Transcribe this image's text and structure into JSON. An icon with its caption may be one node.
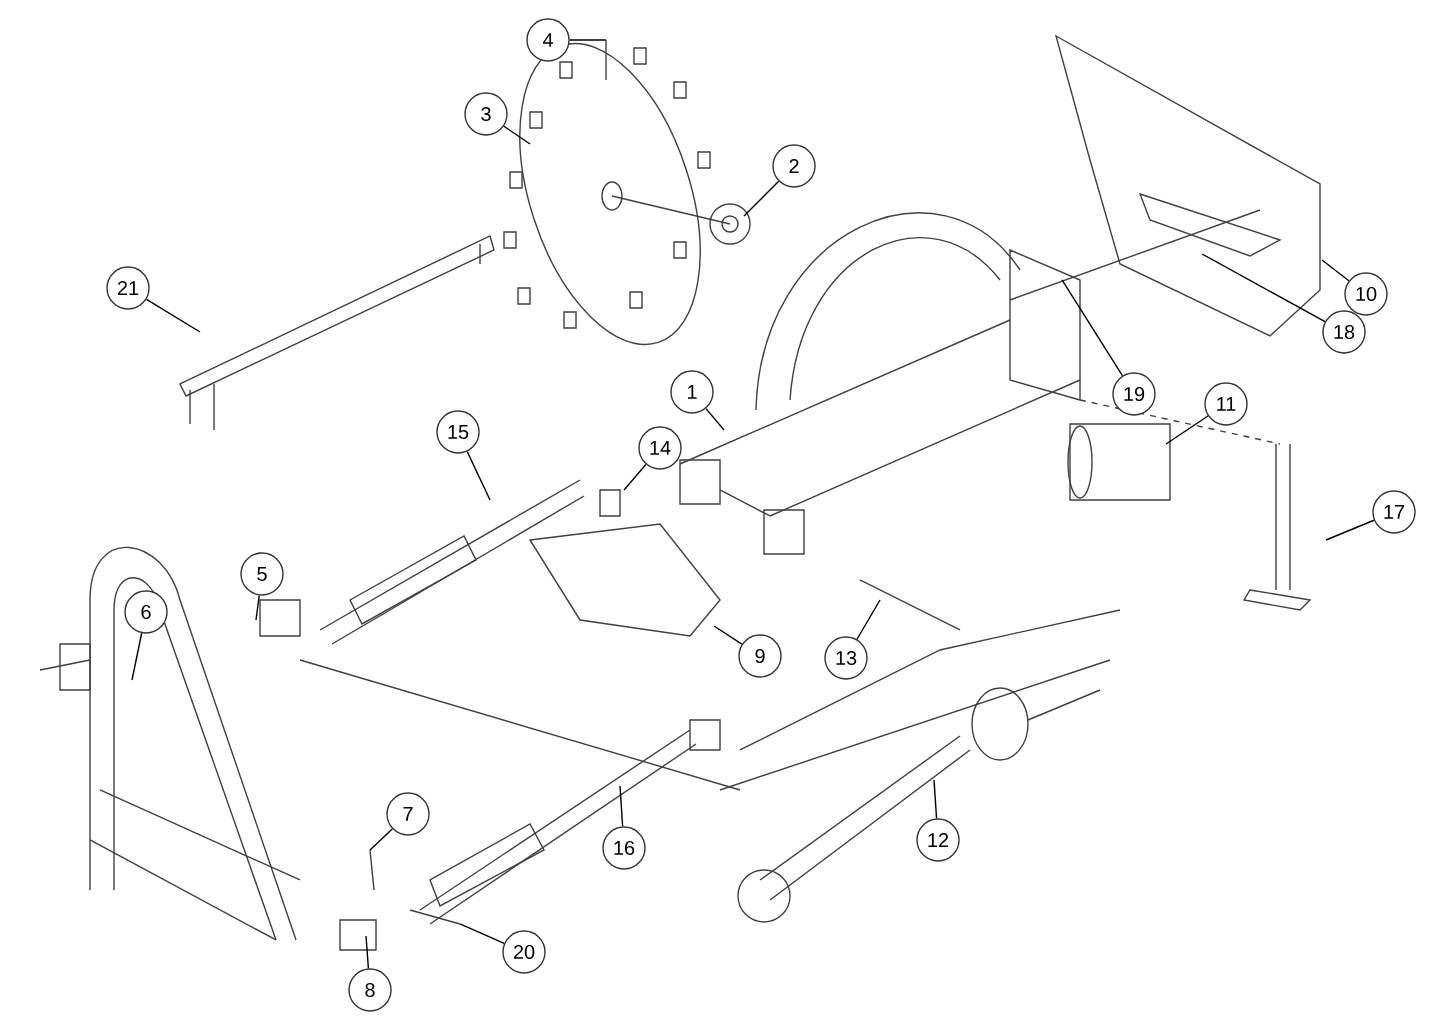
{
  "diagram": {
    "nodes": [
      {
        "text": [
          "4"
        ]
      },
      {
        "text": [
          "3"
        ]
      },
      {
        "text": [
          "2"
        ]
      },
      {
        "text": [
          "10"
        ]
      },
      {
        "text": [
          "18"
        ]
      },
      {
        "text": [
          "21"
        ]
      },
      {
        "text": [
          "19"
        ]
      },
      {
        "text": [
          "1"
        ]
      },
      {
        "text": [
          "11"
        ]
      },
      {
        "text": [
          "14"
        ]
      },
      {
        "text": [
          "15"
        ]
      },
      {
        "text": [
          "17"
        ]
      },
      {
        "text": [
          "5"
        ]
      },
      {
        "text": [
          "6"
        ]
      },
      {
        "text": [
          "9"
        ]
      },
      {
        "text": [
          "13"
        ]
      },
      {
        "text": [
          "12"
        ]
      },
      {
        "text": [
          "16"
        ]
      },
      {
        "text": [
          "7"
        ]
      },
      {
        "text": [
          "20"
        ]
      },
      {
        "text": [
          "8"
        ]
      }
    ],
    "edges": [
      {
        "from": 0,
        "to": null,
        "arrow": "none"
      },
      {
        "from": 1,
        "to": null,
        "arrow": "none"
      },
      {
        "from": 2,
        "to": null,
        "arrow": "none"
      },
      {
        "from": 3,
        "to": null,
        "arrow": "none"
      },
      {
        "from": 4,
        "to": null,
        "arrow": "none"
      },
      {
        "from": 5,
        "to": null,
        "arrow": "none"
      },
      {
        "from": 6,
        "to": null,
        "arrow": "none"
      },
      {
        "from": 7,
        "to": null,
        "arrow": "none"
      },
      {
        "from": 8,
        "to": null,
        "arrow": "none"
      },
      {
        "from": 9,
        "to": null,
        "arrow": "none"
      },
      {
        "from": 10,
        "to": null,
        "arrow": "none"
      },
      {
        "from": 11,
        "to": null,
        "arrow": "none"
      },
      {
        "from": 12,
        "to": null,
        "arrow": "none"
      },
      {
        "from": 13,
        "to": null,
        "arrow": "none"
      },
      {
        "from": 14,
        "to": null,
        "arrow": "none"
      },
      {
        "from": 15,
        "to": null,
        "arrow": "none"
      },
      {
        "from": 16,
        "to": null,
        "arrow": "none"
      },
      {
        "from": 17,
        "to": null,
        "arrow": "none"
      },
      {
        "from": 18,
        "to": null,
        "arrow": "none"
      },
      {
        "from": 19,
        "to": null,
        "arrow": "none"
      },
      {
        "from": 20,
        "to": null,
        "arrow": "none"
      }
    ]
  }
}
